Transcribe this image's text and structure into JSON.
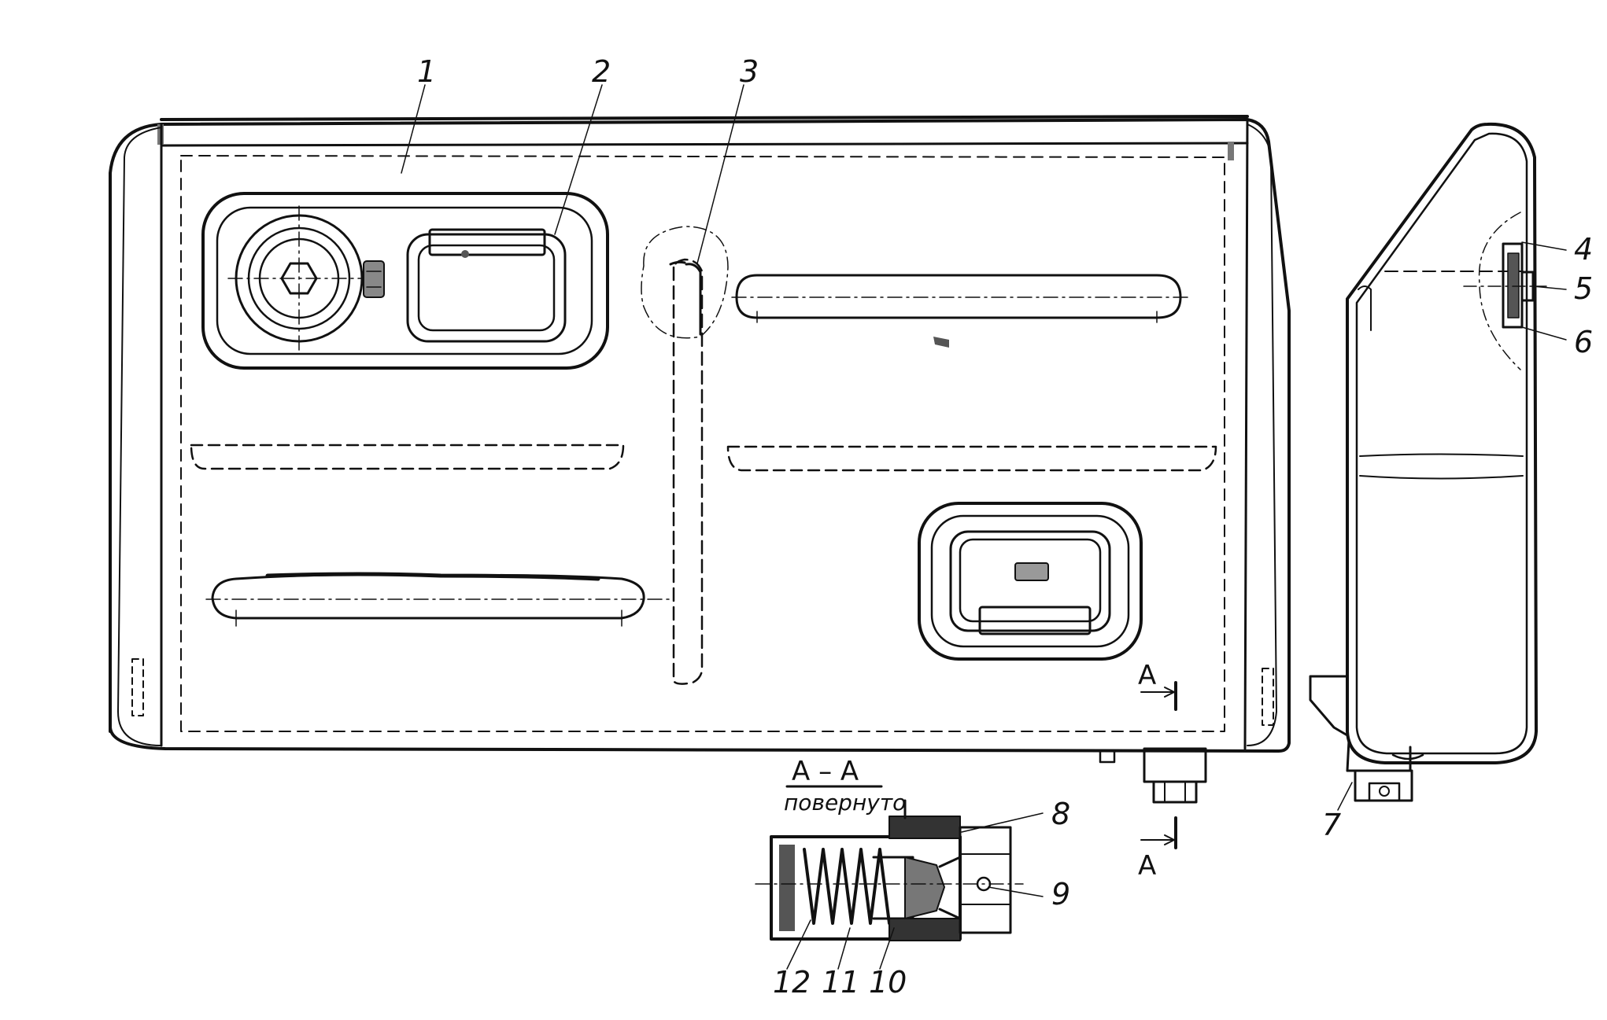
{
  "callouts": {
    "c1": "1",
    "c2": "2",
    "c3": "3",
    "c4": "4",
    "c5": "5",
    "c6": "6",
    "c7": "7",
    "c8": "8",
    "c9": "9",
    "c10": "10",
    "c11": "11",
    "c12": "12"
  },
  "section": {
    "marker_top": "A",
    "marker_bottom": "A",
    "title": "A – A",
    "subtitle": "повернуто"
  }
}
